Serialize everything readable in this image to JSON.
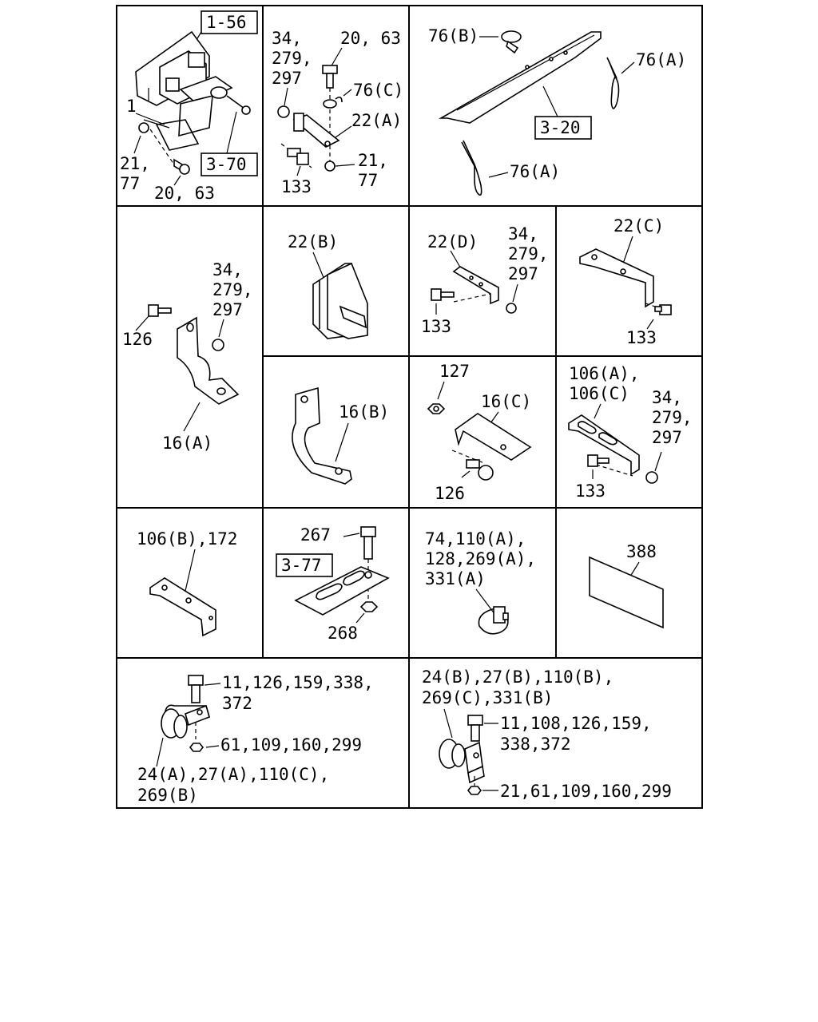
{
  "cells": {
    "c1": {
      "ref_a": "1-56",
      "ref_b": "3-70",
      "labels": [
        "1",
        "21,",
        "77",
        "20, 63"
      ]
    },
    "c2": {
      "labels": [
        "34,",
        "279,",
        "297",
        "20, 63",
        "76(C)",
        "22(A)",
        "21,",
        "77",
        "133"
      ]
    },
    "c3": {
      "ref": "3-20",
      "labels": [
        "76(B)",
        "76(A)",
        "76(A)"
      ]
    },
    "c4": {
      "labels": [
        "34,",
        "279,",
        "297",
        "126",
        "16(A)"
      ]
    },
    "c5": {
      "labels": [
        "22(B)"
      ]
    },
    "c6": {
      "labels": [
        "22(D)",
        "34,",
        "279,",
        "297",
        "133"
      ]
    },
    "c7": {
      "labels": [
        "22(C)",
        "133"
      ]
    },
    "c8": {
      "labels": [
        "16(B)"
      ]
    },
    "c9": {
      "labels": [
        "127",
        "16(C)",
        "126"
      ]
    },
    "c10": {
      "labels": [
        "106(A),",
        "106(C)",
        "34,",
        "279,",
        "297",
        "133"
      ]
    },
    "c11": {
      "labels": [
        "106(B),172"
      ]
    },
    "c12": {
      "ref": "3-77",
      "labels": [
        "267",
        "268"
      ]
    },
    "c13": {
      "labels": [
        "74,110(A),",
        "128,269(A),",
        "331(A)"
      ]
    },
    "c14": {
      "labels": [
        "388"
      ]
    },
    "c15": {
      "labels": [
        "11,126,159,338,",
        "372",
        "61,109,160,299",
        "24(A),27(A),110(C),",
        "269(B)"
      ]
    },
    "c16": {
      "labels": [
        "24(B),27(B),110(B),",
        "269(C),331(B)",
        "11,108,126,159,",
        "338,372",
        "21,61,109,160,299"
      ]
    }
  }
}
